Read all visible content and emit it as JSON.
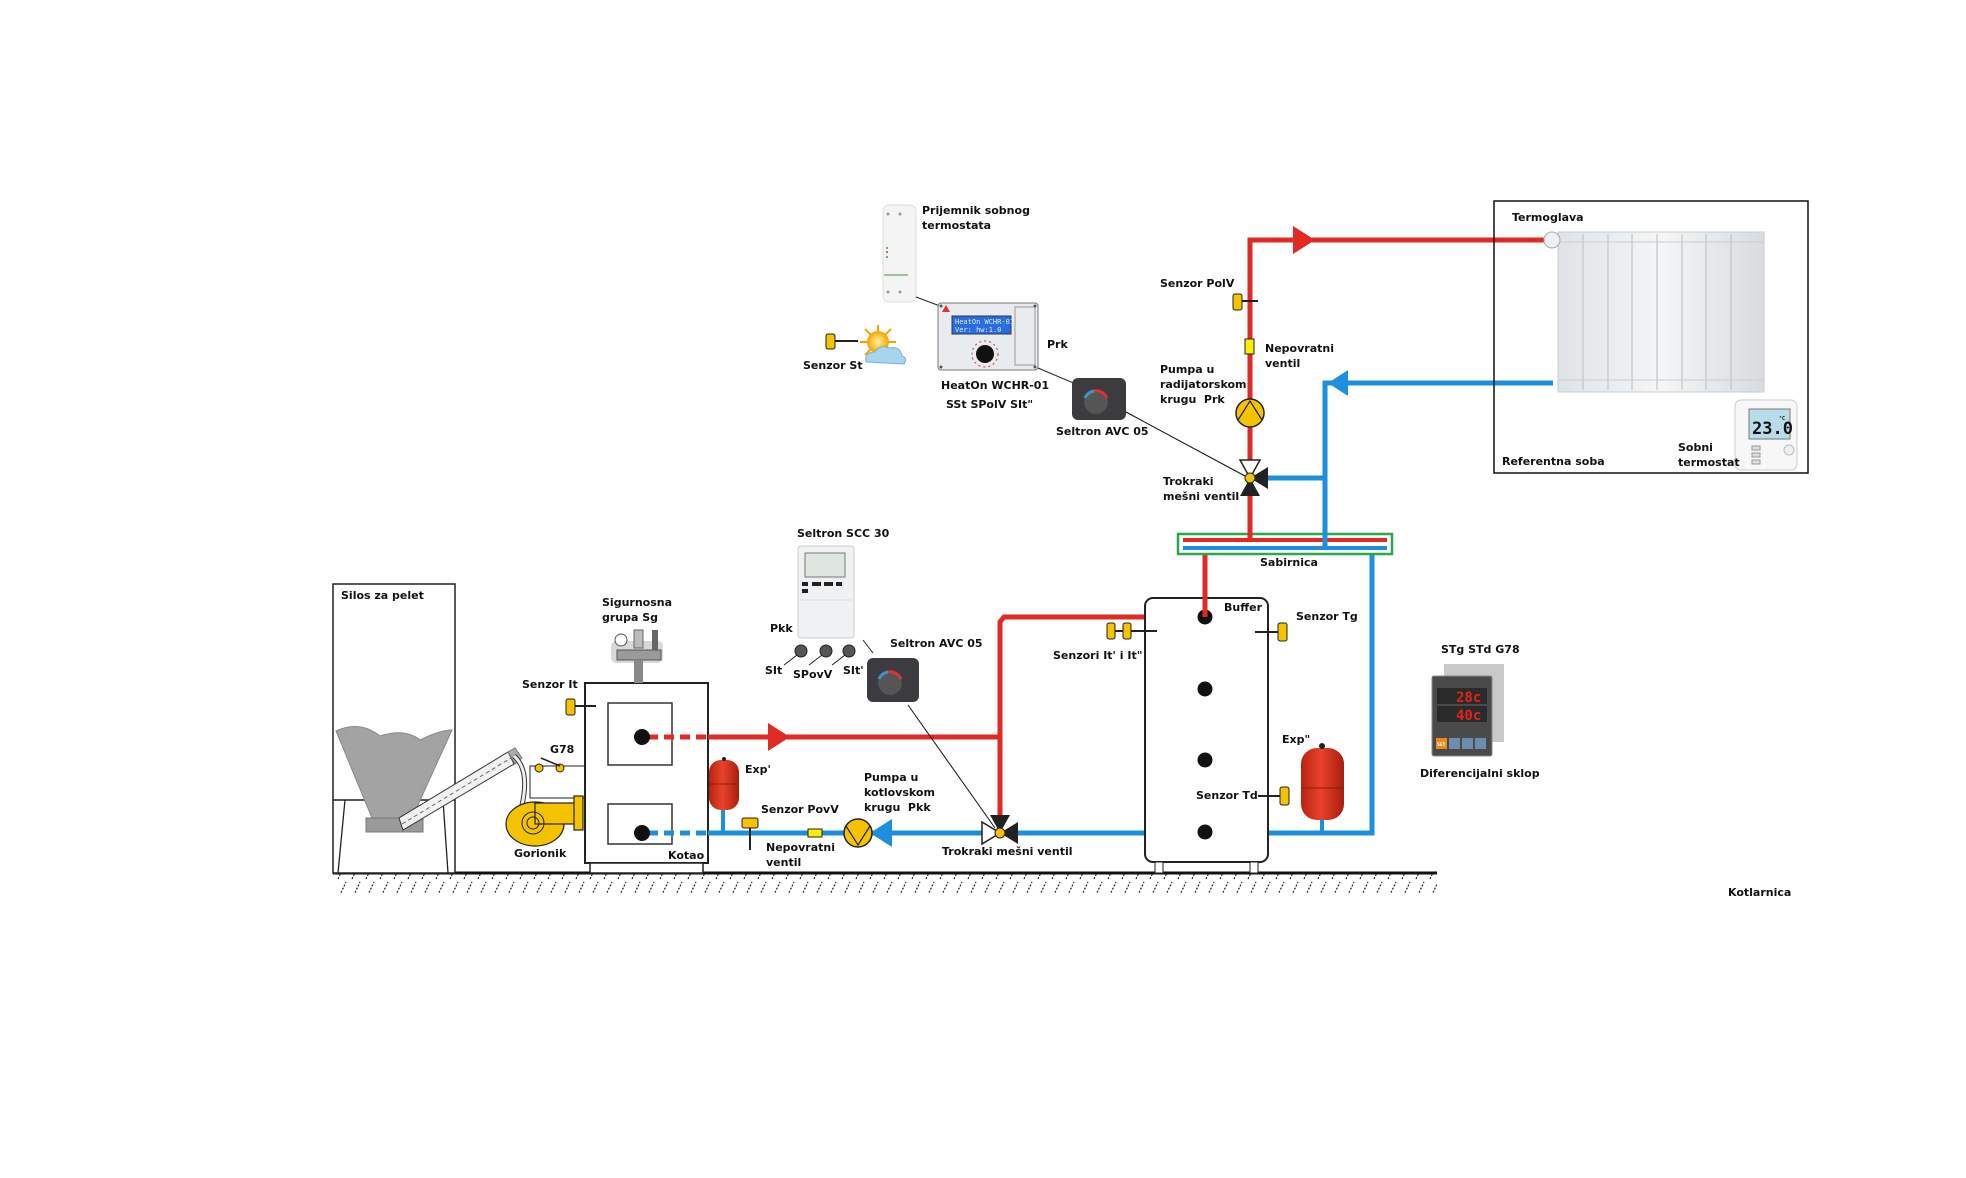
{
  "title": "Shema kotlarnice - kotao na pelet sa bufferom i radijatorskim krugom",
  "colors": {
    "supply": "#e02a26",
    "return": "#1d8fdc",
    "component": "#f5c200",
    "expansion": "#d9331f",
    "manifold_border": "#2aa84a",
    "outline": "#111111"
  },
  "labels": {
    "silo": "Silos za pelet",
    "safety_group": "Sigurnosna\ngrupa Sg",
    "sensor_it": "Senzor It",
    "g78": "G78",
    "burner": "Gorionik",
    "boiler": "Kotao",
    "exp1": "Exp'",
    "sensor_povv": "Senzor PovV",
    "check_valve_boiler": "Nepovratni\nventil",
    "pump_boiler": "Pumpa u\nkotlovskom\nkrugu  Pkk",
    "mix_valve_boiler": "Trokraki mešni ventil",
    "scc30": "Seltron SCC 30",
    "pkk": "Pkk",
    "sit": "SIt",
    "spovv": "SPovV",
    "sit1": "SIt'",
    "avc_boiler": "Seltron AVC 05",
    "sensors_it12": "Senzori It' i It\"",
    "buffer": "Buffer",
    "sensor_tg": "Senzor Tg",
    "sensor_td": "Senzor Td",
    "exp2": "Exp\"",
    "manifold": "Sabirnica",
    "receiver": "Prijemnik sobnog\ntermostata",
    "sensor_st": "Senzor St",
    "heaton": "HeatOn WCHR-01",
    "heaton_sensors": "SSt SPolV SIt\"",
    "prk": "Prk",
    "avc_rad": "Seltron AVC 05",
    "sensor_polv": "Senzor PolV",
    "check_valve_rad": "Nepovratni\nventil",
    "pump_rad": "Pumpa u\nradijatorskom\nkrugu  Prk",
    "mix_valve_rad": "Trokraki\nmešni ventil",
    "thermo_head": "Termoglava",
    "ref_room": "Referentna soba",
    "room_thermostat": "Sobni\ntermostat",
    "diff_inputs": "STg STd G78",
    "diff_unit": "Diferencijalni sklop",
    "boiler_room": "Kotlarnica"
  },
  "displays": {
    "heaton_lcd_line1": "HeatOn WCHR-01",
    "heaton_lcd_line2": "Ver: hw:1.0",
    "room_thermostat_temp": "23.0",
    "room_thermostat_unit": "°C",
    "diff_display_top": "28c",
    "diff_display_bottom": "40c",
    "diff_button_set": "SET"
  }
}
